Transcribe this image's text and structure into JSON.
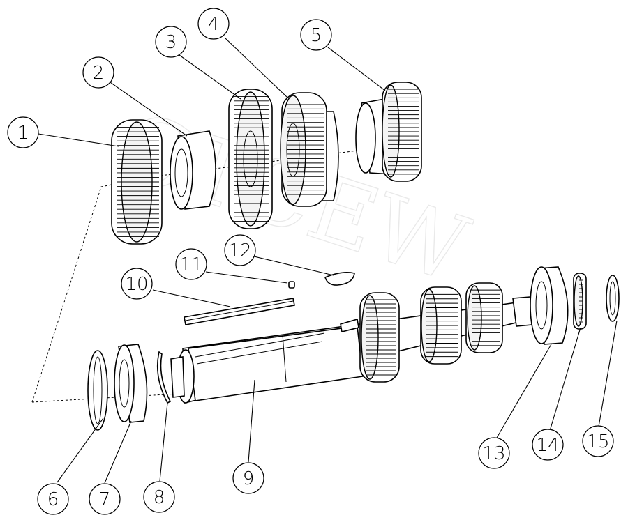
{
  "watermark": "CTCEW",
  "callouts": [
    {
      "id": "1",
      "label": "1"
    },
    {
      "id": "2",
      "label": "2"
    },
    {
      "id": "3",
      "label": "3"
    },
    {
      "id": "4",
      "label": "4"
    },
    {
      "id": "5",
      "label": "5"
    },
    {
      "id": "6",
      "label": "6"
    },
    {
      "id": "7",
      "label": "7"
    },
    {
      "id": "8",
      "label": "8"
    },
    {
      "id": "9",
      "label": "9"
    },
    {
      "id": "10",
      "label": "10"
    },
    {
      "id": "11",
      "label": "11"
    },
    {
      "id": "12",
      "label": "12"
    },
    {
      "id": "13",
      "label": "13"
    },
    {
      "id": "14",
      "label": "14"
    },
    {
      "id": "15",
      "label": "15"
    }
  ]
}
